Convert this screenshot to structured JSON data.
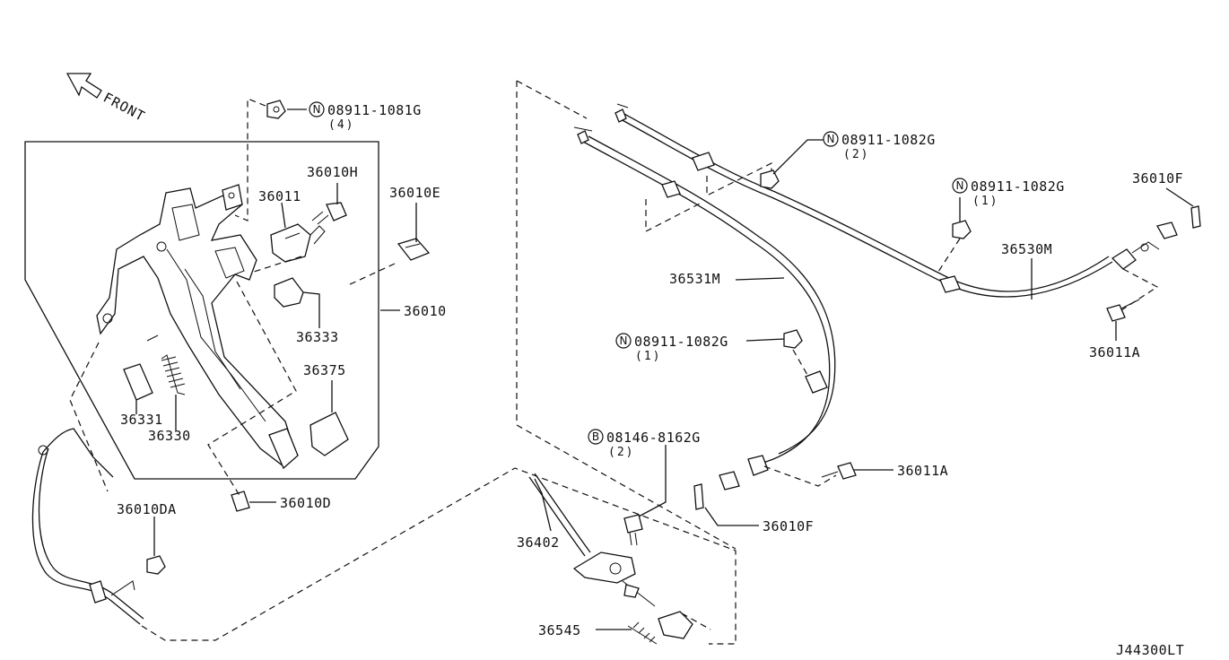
{
  "diagram_code": "J44300LT",
  "front_label": "FRONT",
  "callouts": {
    "nut_top": {
      "prefix": "N",
      "part": "08911-1081G",
      "qty": "(4)"
    },
    "nut_cable_right_top": {
      "prefix": "N",
      "part": "08911-1082G",
      "qty": "(2)"
    },
    "nut_cable_right": {
      "prefix": "N",
      "part": "08911-1082G",
      "qty": "(1)"
    },
    "nut_cable_mid": {
      "prefix": "N",
      "part": "08911-1082G",
      "qty": "(1)"
    },
    "bolt_lever": {
      "prefix": "B",
      "part": "08146-8162G",
      "qty": "(2)"
    }
  },
  "parts": {
    "p36010H": "36010H",
    "p36011": "36011",
    "p36010E": "36010E",
    "p36010": "36010",
    "p36333": "36333",
    "p36375": "36375",
    "p36331": "36331",
    "p36330": "36330",
    "p36010D": "36010D",
    "p36010DA": "36010DA",
    "p36010F_top": "36010F",
    "p36530M": "36530M",
    "p36531M": "36531M",
    "p36011A_right": "36011A",
    "p36011A_mid": "36011A",
    "p36010F_mid": "36010F",
    "p36402": "36402",
    "p36545": "36545"
  }
}
